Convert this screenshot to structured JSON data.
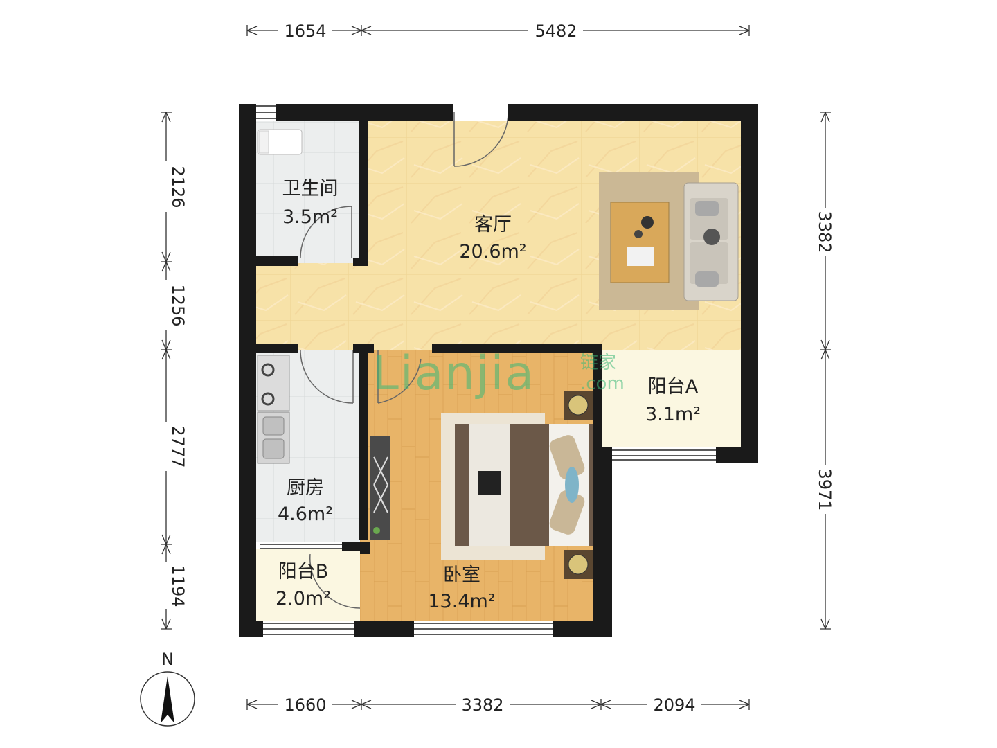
{
  "dimensions": {
    "top": [
      "1654",
      "5482"
    ],
    "bottom": [
      "1660",
      "3382",
      "2094"
    ],
    "left": [
      "2126",
      "1256",
      "2777",
      "1194"
    ],
    "right": [
      "3382",
      "3971"
    ]
  },
  "rooms": {
    "bathroom": {
      "name": "卫生间",
      "area": "3.5m²"
    },
    "living": {
      "name": "客厅",
      "area": "20.6m²"
    },
    "balcony_a": {
      "name": "阳台A",
      "area": "3.1m²"
    },
    "kitchen": {
      "name": "厨房",
      "area": "4.6m²"
    },
    "bedroom": {
      "name": "卧室",
      "area": "13.4m²"
    },
    "balcony_b": {
      "name": "阳台B",
      "area": "2.0m²"
    }
  },
  "compass": {
    "label": "N"
  },
  "watermark": {
    "brand": "Lianjia",
    "cn": "链家",
    "suffix": ".com"
  },
  "colors": {
    "wall": "#1a1a1a",
    "living_floor": "#f7e2a8",
    "wood_floor": "#e8b468",
    "balcony_floor": "#fbf7e1",
    "tile_floor": "#e9ebeb",
    "watermark": "#3cb878"
  }
}
